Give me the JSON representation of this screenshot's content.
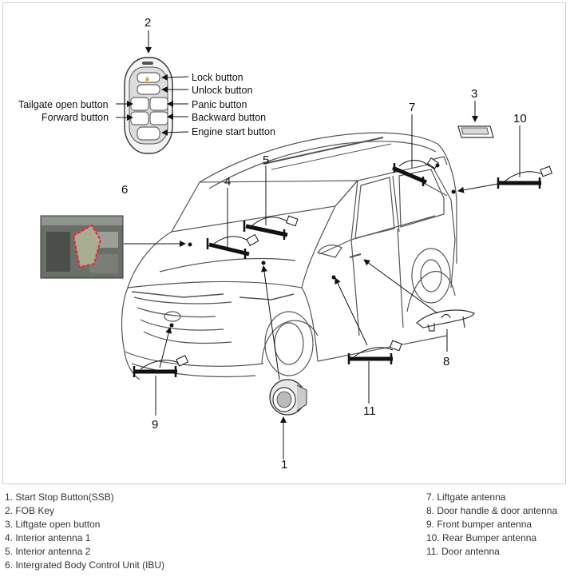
{
  "callouts": {
    "c1": "1",
    "c2": "2",
    "c3": "3",
    "c4": "4",
    "c5": "5",
    "c6": "6",
    "c7": "7",
    "c8": "8",
    "c9": "9",
    "c10": "10",
    "c11": "11"
  },
  "fob_buttons": {
    "lock": "Lock button",
    "unlock": "Unlock button",
    "tailgate": "Tailgate open button",
    "panic": "Panic button",
    "forward": "Forward button",
    "backward": "Backward button",
    "engine": "Engine start button"
  },
  "legend_left": [
    "1. Start Stop Button(SSB)",
    "2. FOB Key",
    "3. Liftgate open button",
    "4. Interior antenna 1",
    "5. Interior antenna 2",
    "6. Intergrated Body Control Unit (IBU)"
  ],
  "legend_right": [
    "7. Liftgate antenna",
    "8. Door handle & door antenna",
    "9. Front bumper antenna",
    "10. Rear Bumper antenna",
    "11. Door antenna"
  ]
}
